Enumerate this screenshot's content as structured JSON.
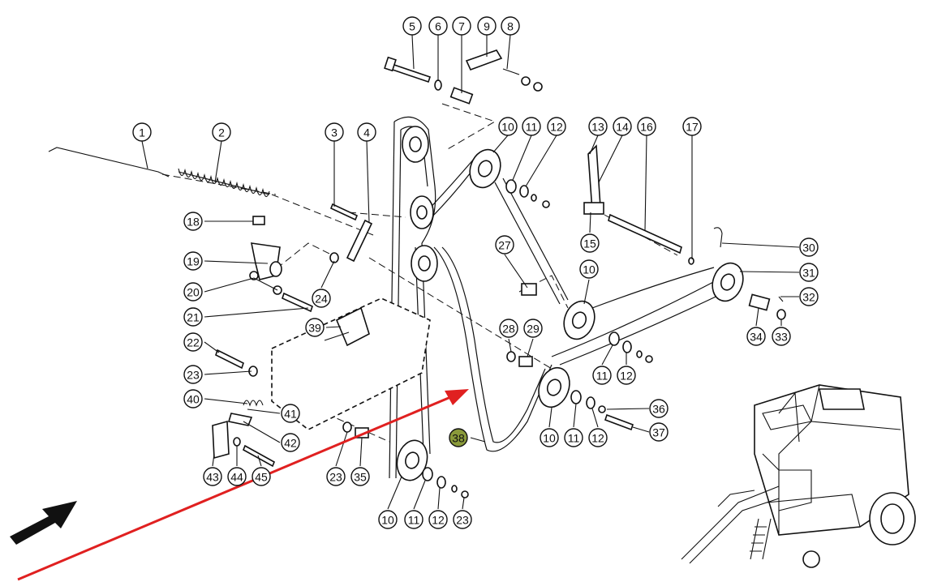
{
  "diagram": {
    "callouts": [
      {
        "label": "1"
      },
      {
        "label": "2"
      },
      {
        "label": "3"
      },
      {
        "label": "4"
      },
      {
        "label": "5"
      },
      {
        "label": "6"
      },
      {
        "label": "7"
      },
      {
        "label": "9"
      },
      {
        "label": "8"
      },
      {
        "label": "10"
      },
      {
        "label": "11"
      },
      {
        "label": "12"
      },
      {
        "label": "13"
      },
      {
        "label": "14"
      },
      {
        "label": "16"
      },
      {
        "label": "17"
      },
      {
        "label": "18"
      },
      {
        "label": "19"
      },
      {
        "label": "20"
      },
      {
        "label": "21"
      },
      {
        "label": "24"
      },
      {
        "label": "22"
      },
      {
        "label": "23"
      },
      {
        "label": "40"
      },
      {
        "label": "39"
      },
      {
        "label": "41"
      },
      {
        "label": "42"
      },
      {
        "label": "43"
      },
      {
        "label": "44"
      },
      {
        "label": "45"
      },
      {
        "label": "27"
      },
      {
        "label": "15"
      },
      {
        "label": "30"
      },
      {
        "label": "31"
      },
      {
        "label": "32"
      },
      {
        "label": "34"
      },
      {
        "label": "33"
      },
      {
        "label": "10"
      },
      {
        "label": "28"
      },
      {
        "label": "29"
      },
      {
        "label": "11"
      },
      {
        "label": "12"
      },
      {
        "label": "36"
      },
      {
        "label": "37"
      },
      {
        "label": "10"
      },
      {
        "label": "11"
      },
      {
        "label": "12"
      },
      {
        "label": "38"
      },
      {
        "label": "23"
      },
      {
        "label": "35"
      },
      {
        "label": "10"
      },
      {
        "label": "11"
      },
      {
        "label": "12"
      },
      {
        "label": "23"
      }
    ],
    "highlight_label": "38",
    "highlight_color": "#8a9a3a",
    "pointer_color": "#e02020",
    "direction_arrow_color": "#111111"
  }
}
